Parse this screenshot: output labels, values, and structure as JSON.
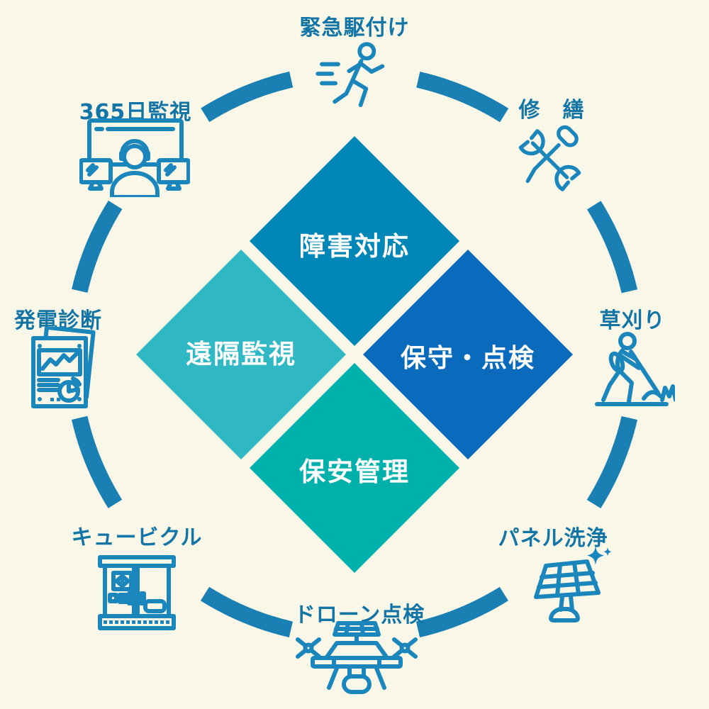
{
  "colors": {
    "background": "#f9f8e8",
    "ring": "#1a80b3",
    "icon_stroke": "#1b86bb",
    "label_text": "#1375a6",
    "diamond_text": "#ffffff"
  },
  "diamonds": [
    {
      "position": "top",
      "label": "障害対応",
      "color": "#0087b8"
    },
    {
      "position": "right",
      "label": "保守・点検",
      "color": "#0a6abb"
    },
    {
      "position": "bottom",
      "label": "保安管理",
      "color": "#00b1ab"
    },
    {
      "position": "left",
      "label": "遠隔監視",
      "color": "#30b9c5"
    }
  ],
  "services": [
    {
      "id": "emergency-dispatch",
      "position": "top",
      "label": "緊急駆付け",
      "icon": "running-person-icon"
    },
    {
      "id": "repair",
      "position": "top-right",
      "label": "修　繕",
      "icon": "wrench-screwdriver-icon"
    },
    {
      "id": "grass-cutting",
      "position": "right",
      "label": "草刈り",
      "icon": "grass-cutter-icon"
    },
    {
      "id": "panel-cleaning",
      "position": "bottom-right",
      "label": "パネル洗浄",
      "icon": "solar-panel-sparkle-icon"
    },
    {
      "id": "drone-inspection",
      "position": "bottom",
      "label": "ドローン点検",
      "icon": "drone-icon"
    },
    {
      "id": "cubicle",
      "position": "bottom-left",
      "label": "キュービクル",
      "icon": "electrical-cabinet-icon"
    },
    {
      "id": "power-diagnosis",
      "position": "left",
      "label": "発電診断",
      "icon": "report-chart-icon"
    },
    {
      "id": "monitoring-365",
      "position": "top-left",
      "label": "365日監視",
      "icon": "operator-monitors-icon"
    }
  ]
}
